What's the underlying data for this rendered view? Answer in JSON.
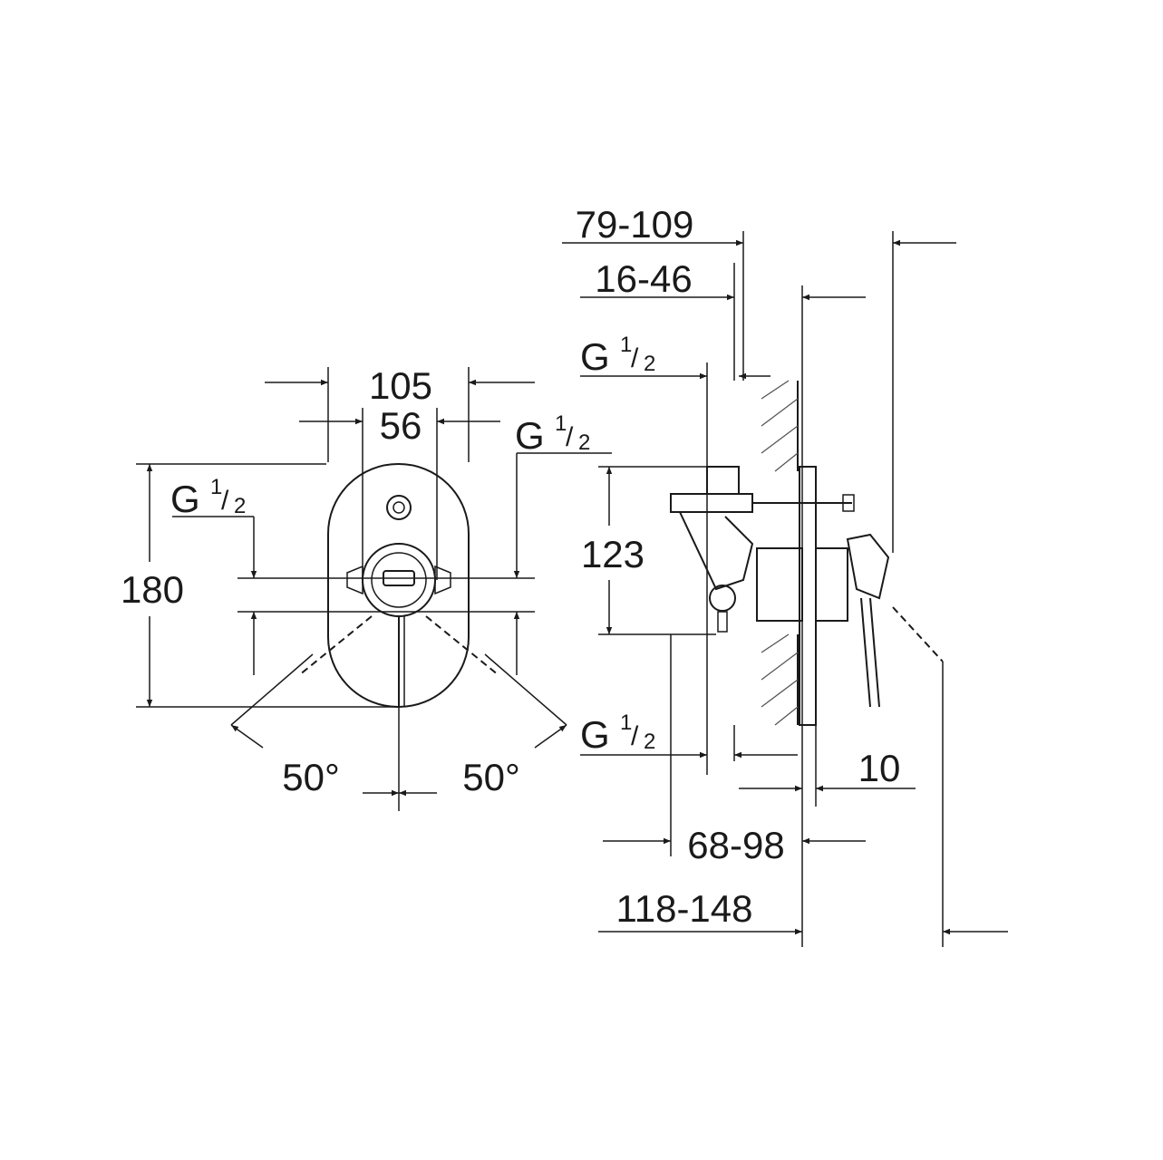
{
  "dimensions": {
    "width_total": "105",
    "width_inner": "56",
    "height_plate": "180",
    "height_inlets": "123",
    "angle_left": "50°",
    "angle_right": "50°",
    "depth_79_109": "79-109",
    "depth_16_46": "16-46",
    "depth_68_98": "68-98",
    "depth_118_148": "118-148",
    "plate_thickness": "10"
  },
  "thread": {
    "letter": "G",
    "numerator": "1",
    "slash": "/",
    "denominator": "2"
  },
  "colors": {
    "line": "#1a1a1a",
    "background": "#ffffff"
  }
}
